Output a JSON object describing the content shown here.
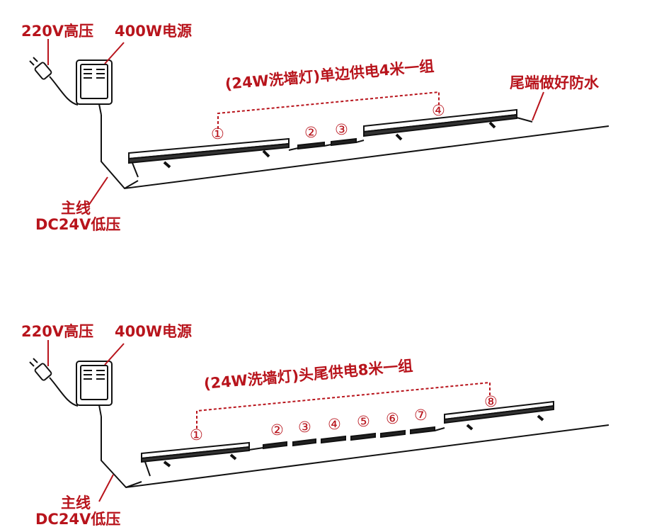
{
  "colors": {
    "accent": "#b8141c",
    "line": "#111111",
    "fixture": "#222222"
  },
  "diagrams": [
    {
      "label_220v": "220V高压",
      "label_power": "400W电源",
      "label_group": "(24W洗墙灯)单边供电4米一组",
      "label_waterproof": "尾端做好防水",
      "label_mainline_1": "主线",
      "label_mainline_2": "DC24V低压",
      "fixture_numbers": [
        "①",
        "②",
        "③",
        "④"
      ]
    },
    {
      "label_220v": "220V高压",
      "label_power": "400W电源",
      "label_group": "(24W洗墙灯)头尾供电8米一组",
      "label_mainline_1": "主线",
      "label_mainline_2": "DC24V低压",
      "fixture_numbers": [
        "①",
        "②",
        "③",
        "④",
        "⑤",
        "⑥",
        "⑦",
        "⑧"
      ]
    }
  ]
}
